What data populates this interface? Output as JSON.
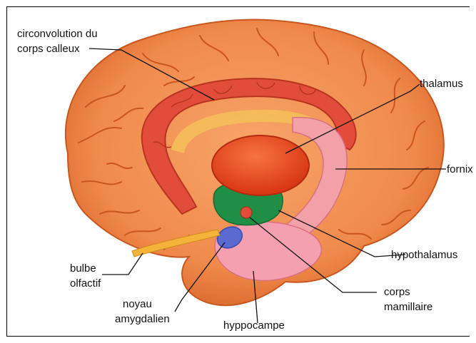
{
  "diagram": {
    "labels": {
      "circonvolution_line1": "circonvolution du",
      "circonvolution_line2": "corps calleux",
      "thalamus": "thalamus",
      "fornix": "fornix",
      "hypothalamus": "hypothalamus",
      "corps_line1": "corps",
      "corps_line2": "mamillaire",
      "hyppocampe": "hyppocampe",
      "noyau_line1": "noyau",
      "noyau_line2": "amygdalien",
      "bulbe_line1": "bulbe",
      "bulbe_line2": "olfactif"
    },
    "colors": {
      "cortex": "#f08a4b",
      "cortex_dark": "#c9561f",
      "gyrus": "#e24c3a",
      "thalamus": "#e8421e",
      "fornix": "#f3a1a8",
      "hypothalamus": "#1f8f45",
      "amygdala": "#5b6ad0",
      "olfactory": "#f4b43a",
      "hippocampus": "#f5a0b0"
    }
  }
}
